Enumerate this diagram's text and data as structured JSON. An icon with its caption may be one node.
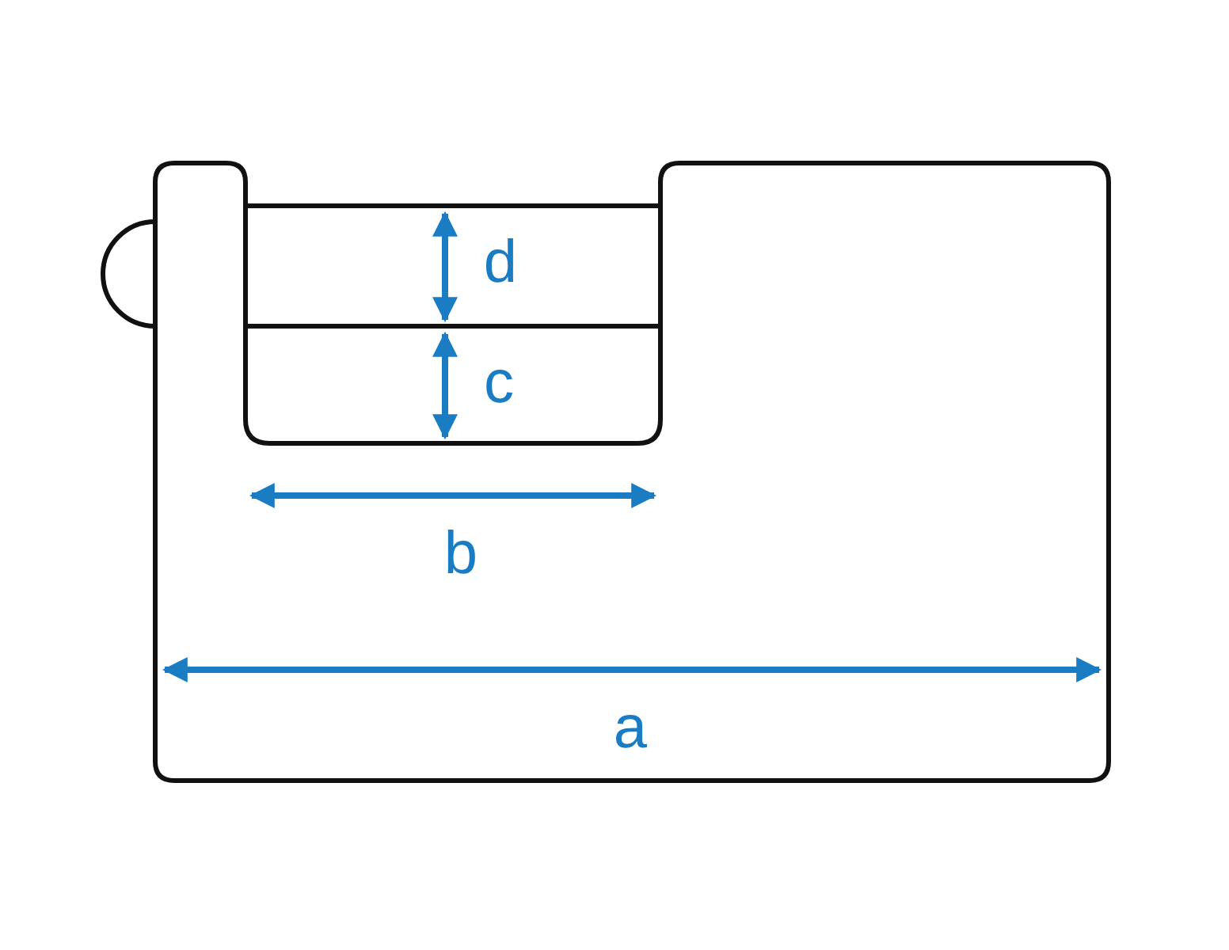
{
  "diagram": {
    "labels": [
      "d",
      "c",
      "b",
      "a"
    ]
  }
}
